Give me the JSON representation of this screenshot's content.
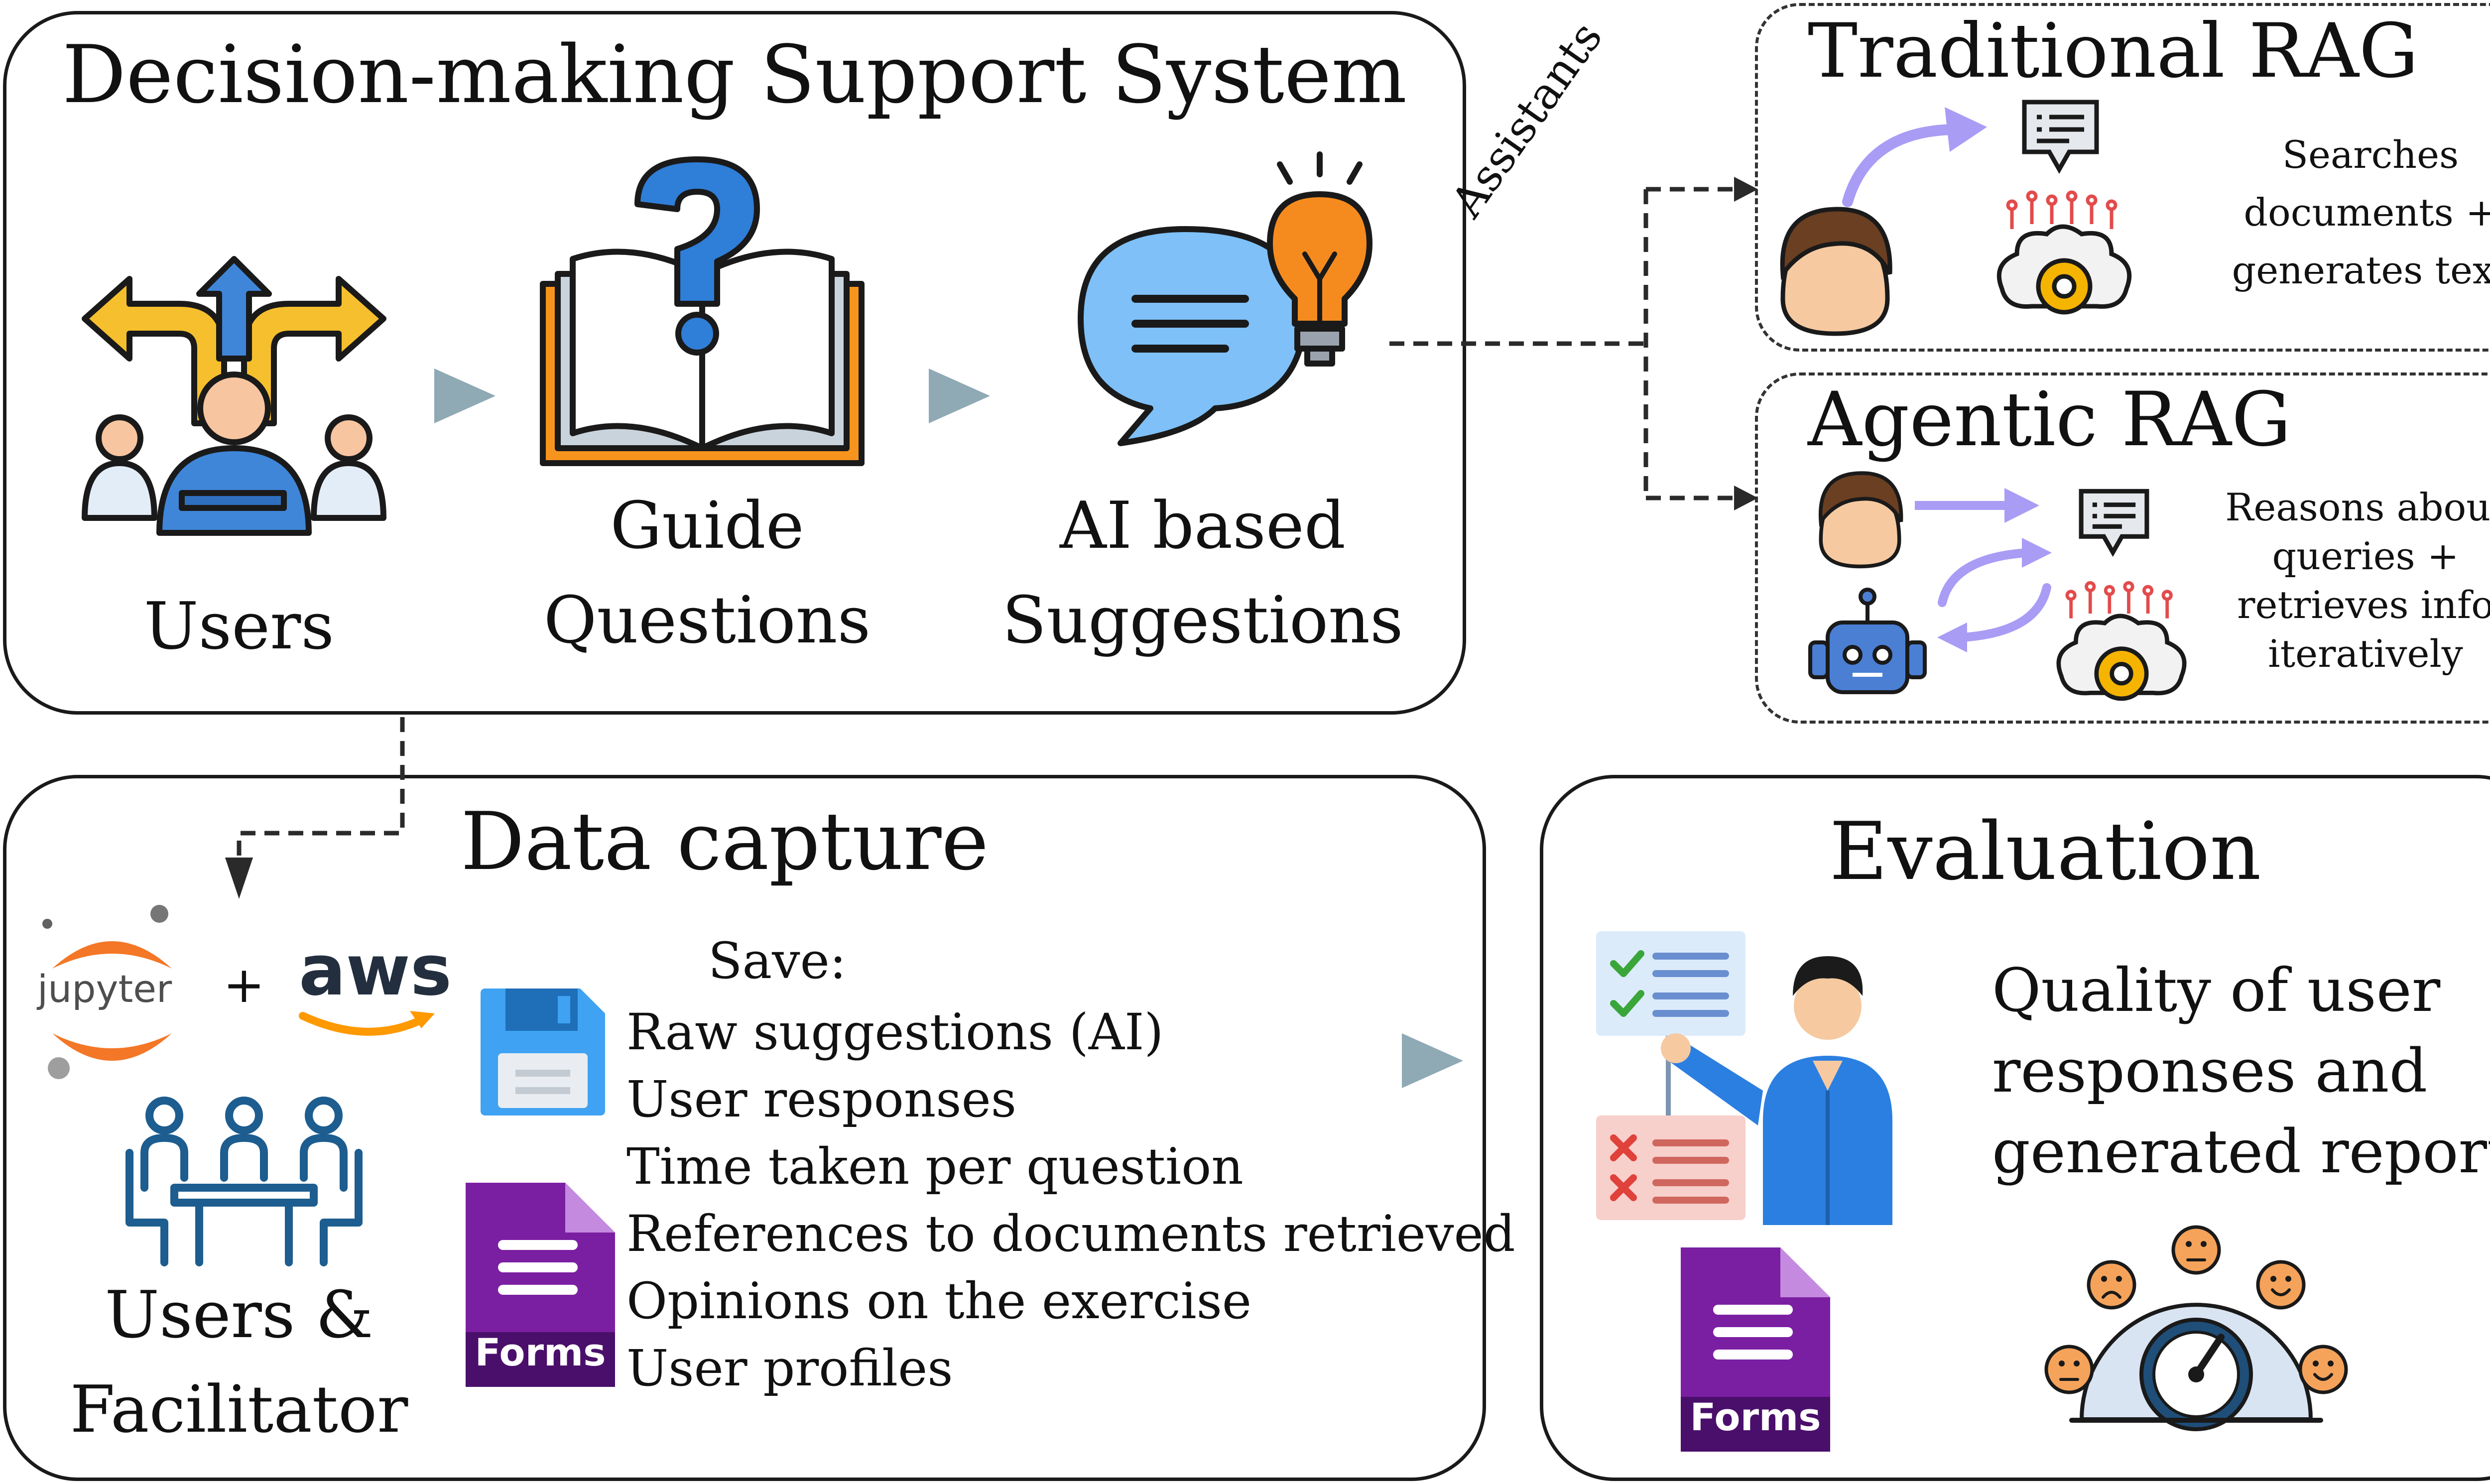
{
  "dss": {
    "title": "Decision-making Support System",
    "users_label": "Users",
    "guide_label_1": "Guide",
    "guide_label_2": "Questions",
    "ai_label_1": "AI based",
    "ai_label_2": "Suggestions"
  },
  "assistants_label": "Assistants",
  "traditional": {
    "title": "Traditional RAG",
    "desc": [
      "Searches",
      "documents +",
      "generates text"
    ]
  },
  "agentic": {
    "title": "Agentic RAG",
    "desc": [
      "Reasons about",
      "queries +",
      "retrieves info",
      "iteratively"
    ]
  },
  "capture": {
    "title": "Data capture",
    "jupyter": "jupyter",
    "plus": "+",
    "aws": "aws",
    "users_fac_1": "Users &",
    "users_fac_2": "Facilitator",
    "save_label": "Save:",
    "forms_label": "Forms",
    "items": [
      "Raw suggestions (AI)",
      "User responses",
      "Time taken per question",
      "References to documents retrieved",
      "Opinions on the exercise",
      "User profiles"
    ]
  },
  "evaluation": {
    "title": "Evaluation",
    "desc": [
      "Quality of user",
      "responses and",
      "generated reports"
    ],
    "forms_label": "Forms"
  },
  "colors": {
    "arrow": "#8fa9b5",
    "forms_purple": "#7b1fa2",
    "jupyter_orange": "#f37726",
    "aws_orange": "#ff9900",
    "accent_blue": "#5aa0e6",
    "lavender": "#a99cf5"
  }
}
